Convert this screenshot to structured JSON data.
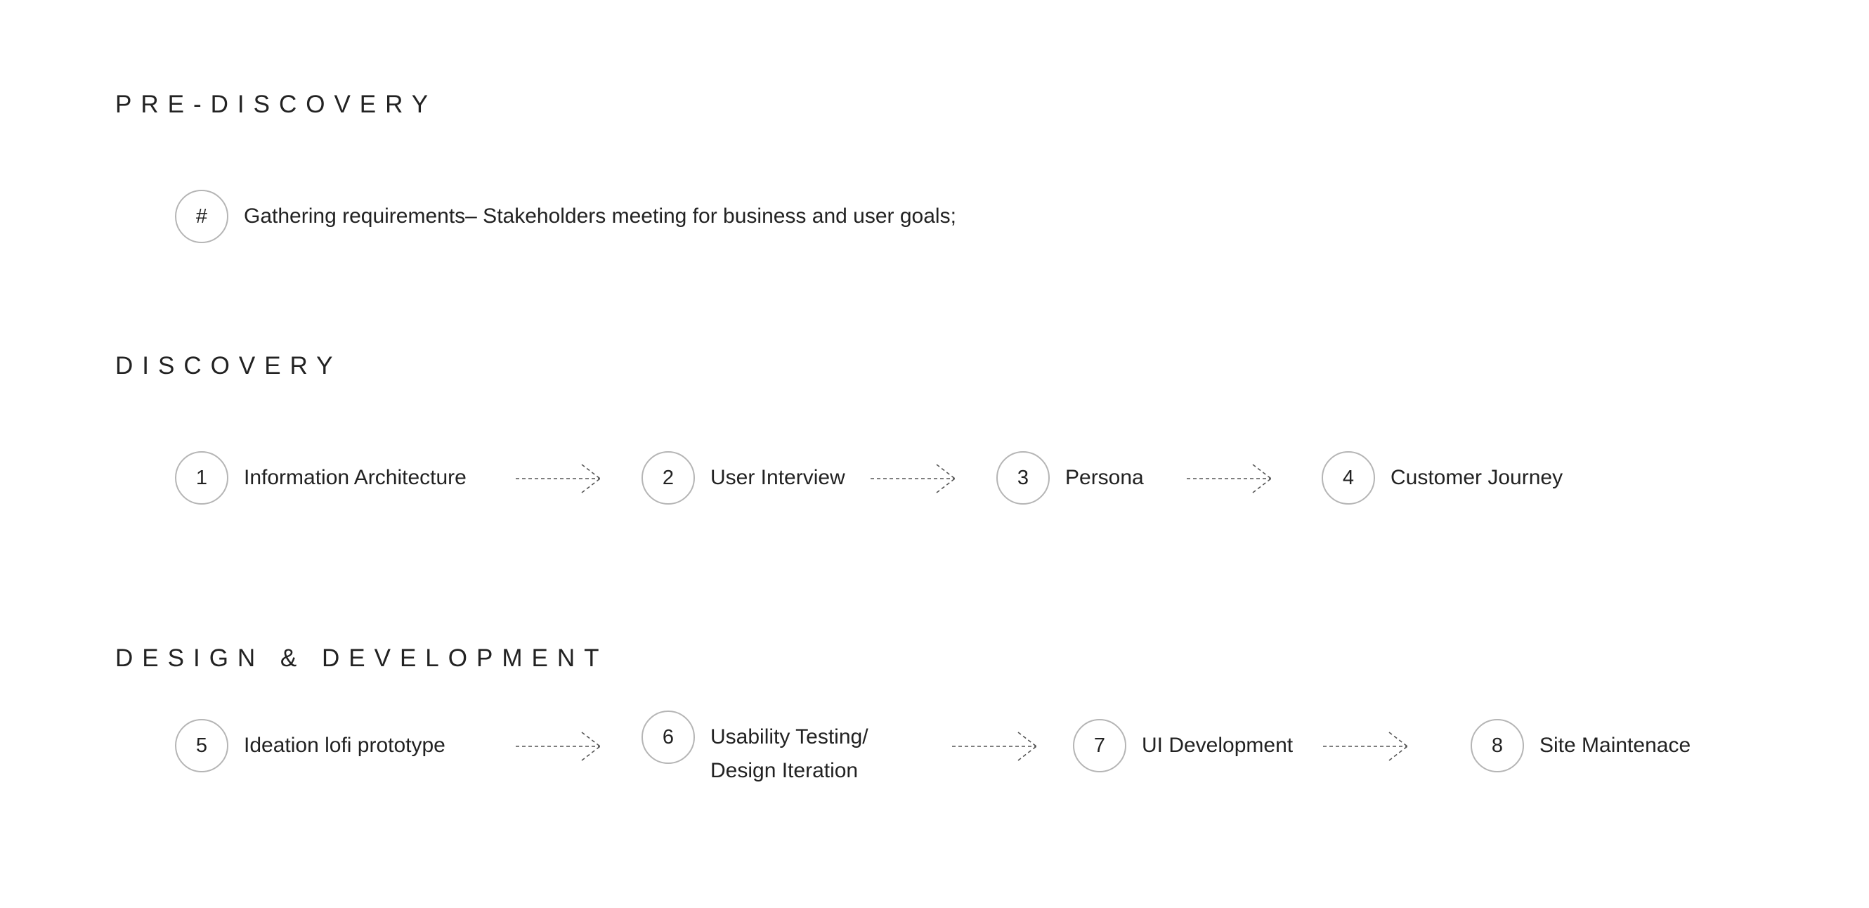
{
  "sections": {
    "pre_discovery": {
      "title": "PRE-DISCOVERY",
      "steps": [
        {
          "number": "#",
          "label": "Gathering requirements– Stakeholders meeting for business and user goals;"
        }
      ]
    },
    "discovery": {
      "title": "DISCOVERY",
      "steps": [
        {
          "number": "1",
          "label": "Information Architecture"
        },
        {
          "number": "2",
          "label": "User Interview"
        },
        {
          "number": "3",
          "label": "Persona"
        },
        {
          "number": "4",
          "label": "Customer Journey"
        }
      ]
    },
    "design_development": {
      "title": "DESIGN & DEVELOPMENT",
      "steps": [
        {
          "number": "5",
          "label": "Ideation lofi prototype"
        },
        {
          "number": "6",
          "label": "Usability Testing/\nDesign Iteration"
        },
        {
          "number": "7",
          "label": "UI Development"
        },
        {
          "number": "8",
          "label": "Site Maintenace"
        }
      ]
    }
  },
  "colors": {
    "text": "#222222",
    "circle_border": "#b5b5b5",
    "arrow": "#555555"
  },
  "icons": {
    "arrow": "dashed-right-arrow-icon"
  }
}
